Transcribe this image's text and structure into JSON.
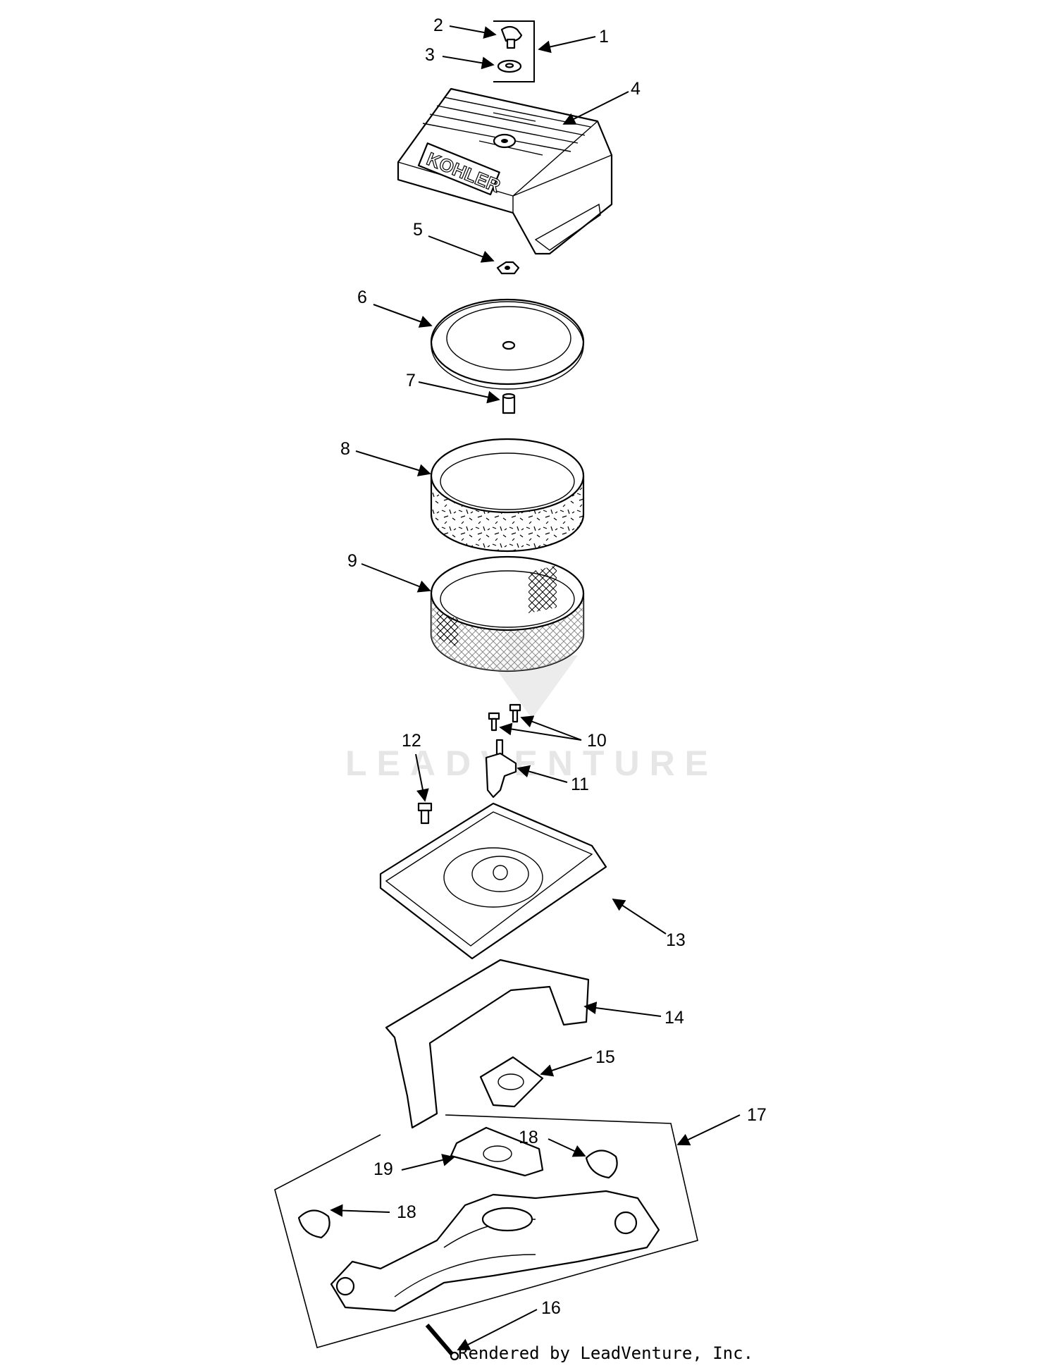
{
  "diagram": {
    "brand_text": "KOHLER",
    "watermark": "LEADVENTURE",
    "footer": "Rendered by LeadVenture, Inc.",
    "callouts": [
      {
        "id": "c1",
        "label": "1"
      },
      {
        "id": "c2",
        "label": "2"
      },
      {
        "id": "c3",
        "label": "3"
      },
      {
        "id": "c4",
        "label": "4"
      },
      {
        "id": "c5",
        "label": "5"
      },
      {
        "id": "c6",
        "label": "6"
      },
      {
        "id": "c7",
        "label": "7"
      },
      {
        "id": "c8",
        "label": "8"
      },
      {
        "id": "c9",
        "label": "9"
      },
      {
        "id": "c10",
        "label": "10"
      },
      {
        "id": "c11",
        "label": "11"
      },
      {
        "id": "c12",
        "label": "12"
      },
      {
        "id": "c13",
        "label": "13"
      },
      {
        "id": "c14",
        "label": "14"
      },
      {
        "id": "c15",
        "label": "15"
      },
      {
        "id": "c16",
        "label": "16"
      },
      {
        "id": "c17",
        "label": "17"
      },
      {
        "id": "c18a",
        "label": "18"
      },
      {
        "id": "c18b",
        "label": "18"
      },
      {
        "id": "c19",
        "label": "19"
      }
    ]
  }
}
